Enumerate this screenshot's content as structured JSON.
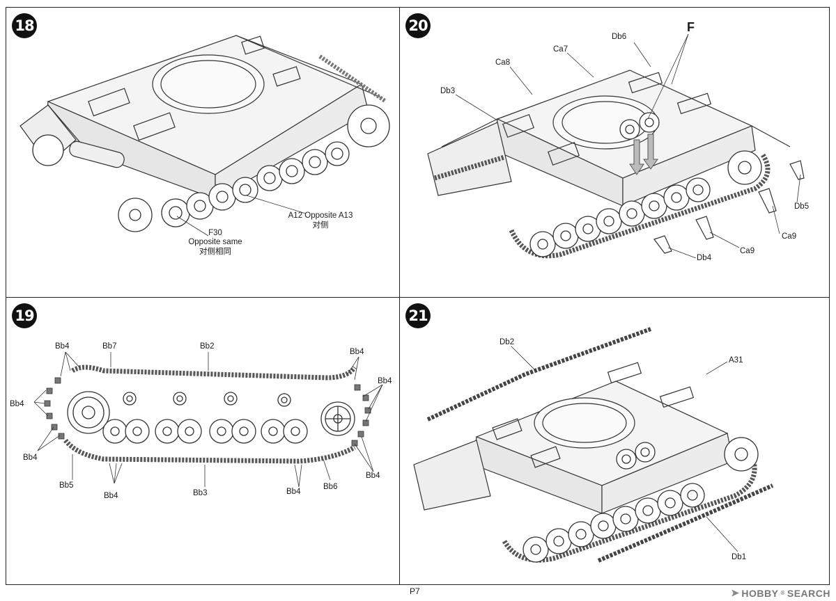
{
  "page": {
    "number": "P7"
  },
  "watermark": {
    "brand": "HOBBY",
    "suffix": "SEARCH",
    "registered": "®"
  },
  "steps": [
    {
      "number": "18",
      "labels": {
        "a12": "A12  Opposite  A13",
        "a12_cn": "对侧",
        "f30": "F30",
        "f30_note": "Opposite same",
        "f30_cn": "对侧相同"
      }
    },
    {
      "number": "20",
      "labels": {
        "f": "F",
        "db6": "Db6",
        "ca7": "Ca7",
        "ca8": "Ca8",
        "db3": "Db3",
        "db5": "Db5",
        "ca9a": "Ca9",
        "ca9b": "Ca9",
        "db4": "Db4"
      }
    },
    {
      "number": "19",
      "labels": {
        "bb4_tl": "Bb4",
        "bb7": "Bb7",
        "bb2": "Bb2",
        "bb4_tr": "Bb4",
        "bb4_r": "Bb4",
        "bb4_l": "Bb4",
        "bb4_bl": "Bb4",
        "bb5": "Bb5",
        "bb4_bm": "Bb4",
        "bb3": "Bb3",
        "bb4_bm2": "Bb4",
        "bb6": "Bb6",
        "bb4_br": "Bb4"
      }
    },
    {
      "number": "21",
      "labels": {
        "db2": "Db2",
        "a31": "A31",
        "db1": "Db1"
      }
    }
  ]
}
